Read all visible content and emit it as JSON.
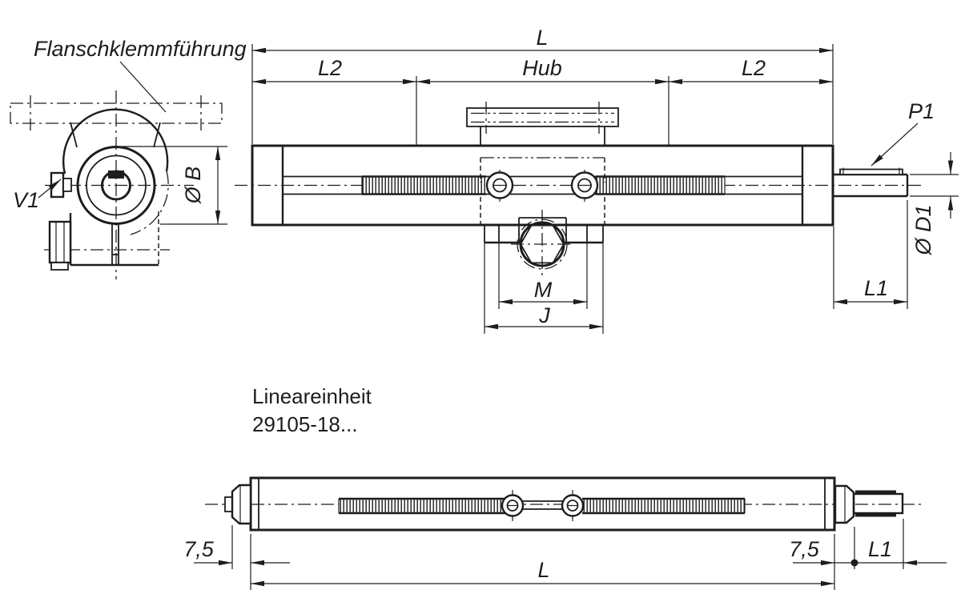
{
  "labels": {
    "flange_guide": "Flanschklemmführung",
    "clamp_screw": "V1",
    "dia_b": "Ø B",
    "total_length": "L",
    "end_length_left": "L2",
    "stroke": "Hub",
    "end_length_right": "L2",
    "wiper": "P1",
    "dia_d1": "Ø D1",
    "shaft_length": "L1",
    "nut_dim": "M",
    "carriage_dim": "J"
  },
  "product": {
    "name": "Lineareinheit",
    "order_code": "29105-18..."
  },
  "bottom": {
    "offset_left": "7,5",
    "offset_right": "7,5",
    "total_length": "L",
    "shaft_length": "L1"
  },
  "colors": {
    "line": "#1d1d1b",
    "background": "#ffffff"
  }
}
